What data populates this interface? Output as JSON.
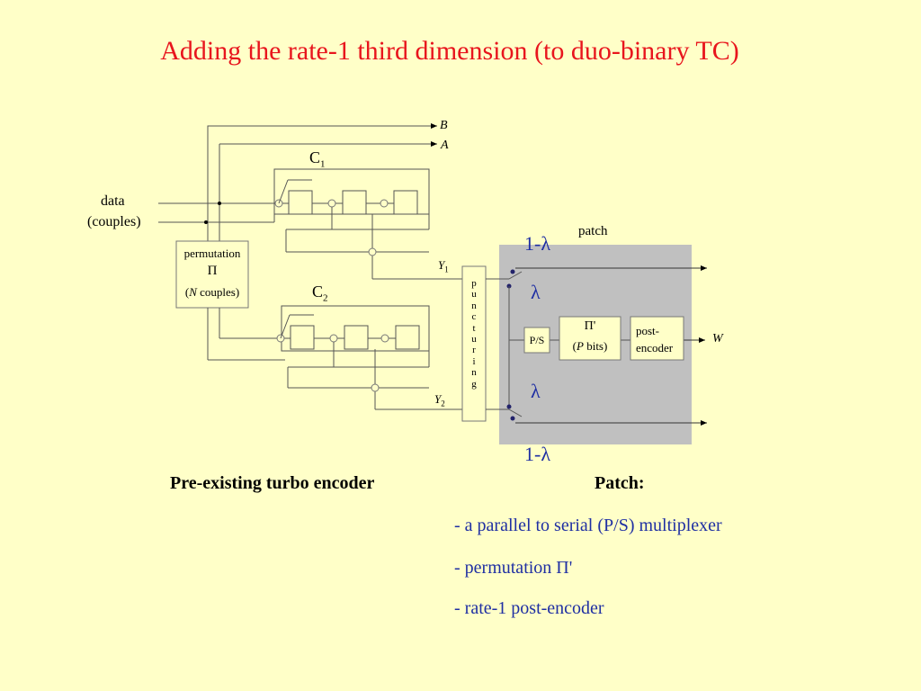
{
  "title": "Adding the rate-1 third dimension (to duo-binary TC)",
  "diagram": {
    "data_label_1": "data",
    "data_label_2": "(couples)",
    "output_b": "B",
    "output_a": "A",
    "c1_main": "C",
    "c1_sub": "1",
    "c2_main": "C",
    "c2_sub": "2",
    "permutation_line1": "permutation",
    "permutation_line2": "Π",
    "permutation_line3_var": "N",
    "permutation_line3_rest": " couples)",
    "permutation_line3_open": "(",
    "y1_main": "Y",
    "y1_sub": "1",
    "y2_main": "Y",
    "y2_sub": "2",
    "puncturing_letters": [
      "p",
      "u",
      "n",
      "c",
      "t",
      "u",
      "r",
      "i",
      "n",
      "g"
    ],
    "patch_label": "patch",
    "one_minus_lambda_top": "1-λ",
    "lambda_top": "λ",
    "lambda_bottom": "λ",
    "one_minus_lambda_bottom": "1-λ",
    "ps_label": "P/S",
    "pi_prime_line1": "Π'",
    "pi_prime_line2_open": "(",
    "pi_prime_line2_var": "P",
    "pi_prime_line2_rest": " bits)",
    "post_encoder_line1": "post-",
    "post_encoder_line2": "encoder",
    "output_w": "W"
  },
  "captions": {
    "left": "Pre-existing turbo encoder",
    "right": "Patch:"
  },
  "patch_items": [
    "- a parallel to serial (P/S) multiplexer",
    "- permutation Π'",
    "- rate-1 post-encoder"
  ],
  "colors": {
    "background": "#FFFFC8",
    "title": "#E8151D",
    "patch_box": "#C0C0C0",
    "list_text": "#1F2FA3",
    "lambda_text": "#1F2FA3"
  }
}
